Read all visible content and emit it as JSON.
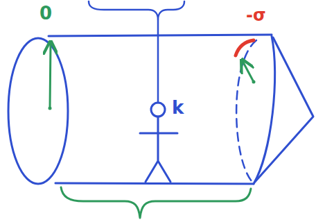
{
  "diagram": {
    "labels": [
      "0",
      "-σ",
      "k"
    ]
  }
}
